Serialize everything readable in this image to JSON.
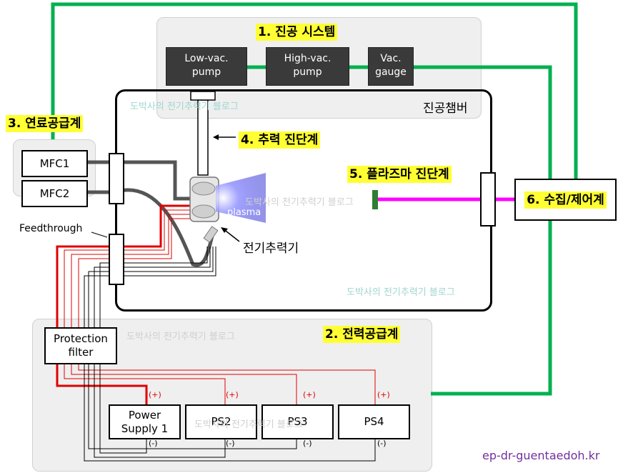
{
  "sections": {
    "vacuum_system": "1. 진공 시스템",
    "power_supply": "2. 전력공급계",
    "fuel_supply": "3. 연료공급계",
    "thrust_diagnostic": "4. 추력 진단계",
    "plasma_diagnostic": "5. 플라즈마 진단계",
    "control_system": "6. 수집/제어계"
  },
  "vacuum": {
    "low_vac": [
      "Low-vac.",
      "pump"
    ],
    "high_vac": [
      "High-vac.",
      "pump"
    ],
    "gauge": [
      "Vac.",
      "gauge"
    ]
  },
  "chamber_label": "진공챔버",
  "fuel": {
    "mfc1": "MFC1",
    "mfc2": "MFC2"
  },
  "feedthrough_label": "Feedthrough",
  "protection_filter": [
    "Protection",
    "filter"
  ],
  "power_supplies": [
    {
      "label": [
        "Power",
        "Supply 1"
      ]
    },
    {
      "label": [
        "PS2"
      ]
    },
    {
      "label": [
        "PS3"
      ]
    },
    {
      "label": [
        "PS4"
      ]
    }
  ],
  "polarity": {
    "plus": "(+)",
    "minus": "(-)"
  },
  "thruster_label": "전기추력기",
  "plasma_label": "plasma",
  "watermark": "도박사의 전기추력기 블로그",
  "url": "ep-dr-guentaedoh.kr",
  "colors": {
    "green": "#00b050",
    "magenta": "#ff00ff",
    "red": "#e00000",
    "highlight": "#ffff33",
    "url": "#7030a0"
  }
}
